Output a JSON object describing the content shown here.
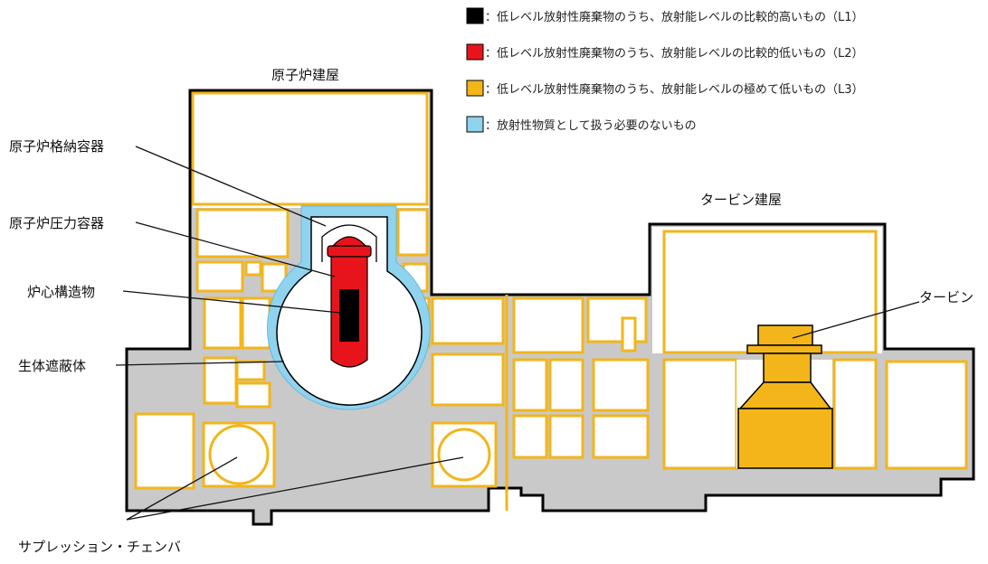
{
  "legend": [
    {
      "text": "：低レベル放射性廃棄物のうち、放射能レベルの比較的高いもの（L1）",
      "color": "#000000"
    },
    {
      "text": "：低レベル放射性廃棄物のうち、放射能レベルの比較的低いもの（L2）",
      "color": "#e8141b"
    },
    {
      "text": "：低レベル放射性廃棄物のうち、放射能レベルの極めて低いもの（L3）",
      "color": "#f3b519"
    },
    {
      "text": "：放射性物質として扱う必要のないもの",
      "color": "#8fd3ee"
    }
  ],
  "labels": {
    "reactor_building": "原子炉建屋",
    "turbine_building": "タービン建屋",
    "containment_vessel": "原子炉格納容器",
    "pressure_vessel": "原子炉圧力容器",
    "core_structure": "炉心構造物",
    "biological_shield": "生体遮蔽体",
    "turbine": "タービン",
    "suppression_chamber": "サプレッション・チェンバ"
  },
  "colors": {
    "building_fill": "#c9c9c9",
    "building_outline": "#000000",
    "room_outline": "#f2b51b",
    "l1": "#000000",
    "l2": "#e8141b",
    "l3": "#f3b519",
    "clear": "#8fd3ee"
  }
}
